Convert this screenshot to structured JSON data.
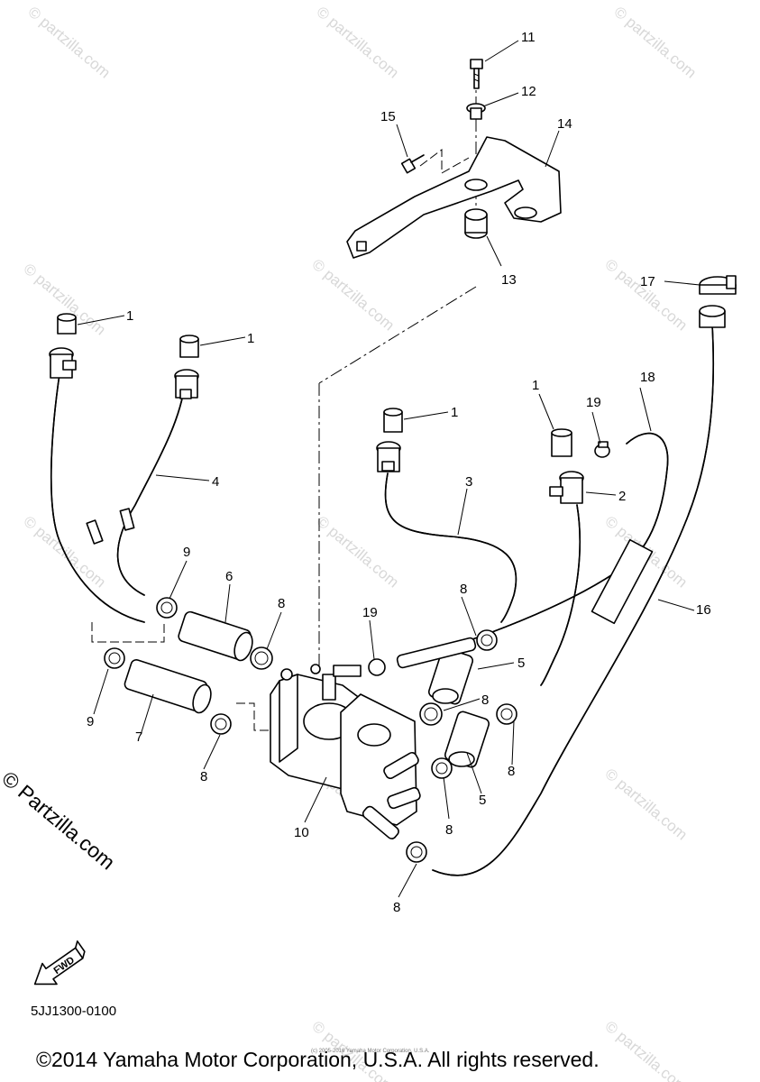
{
  "watermark": {
    "text": "© Partzilla.com",
    "tile_text": "© partzilla.com"
  },
  "diagram_code": "5JJ1300-0100",
  "copyright": "©2014 Yamaha Motor Corporation, U.S.A. All rights reserved.",
  "tiny_note": "(c) 2005-2016 Yamaha Motor Corporation, U.S.A.",
  "fwd_label": "FWD",
  "callouts": {
    "c11": "11",
    "c12": "12",
    "c15": "15",
    "c14": "14",
    "c13": "13",
    "c17": "17",
    "c1a": "1",
    "c1b": "1",
    "c1c": "1",
    "c1d": "1",
    "c18": "18",
    "c19a": "19",
    "c4": "4",
    "c2": "2",
    "c3": "3",
    "c9a": "9",
    "c6": "6",
    "c8a": "8",
    "c8b": "8",
    "c19b": "19",
    "c16": "16",
    "c5a": "5",
    "c9b": "9",
    "c7": "7",
    "c8c": "8",
    "c8d": "8",
    "c10": "10",
    "c5b": "5",
    "c8e": "8",
    "c8f": "8"
  }
}
